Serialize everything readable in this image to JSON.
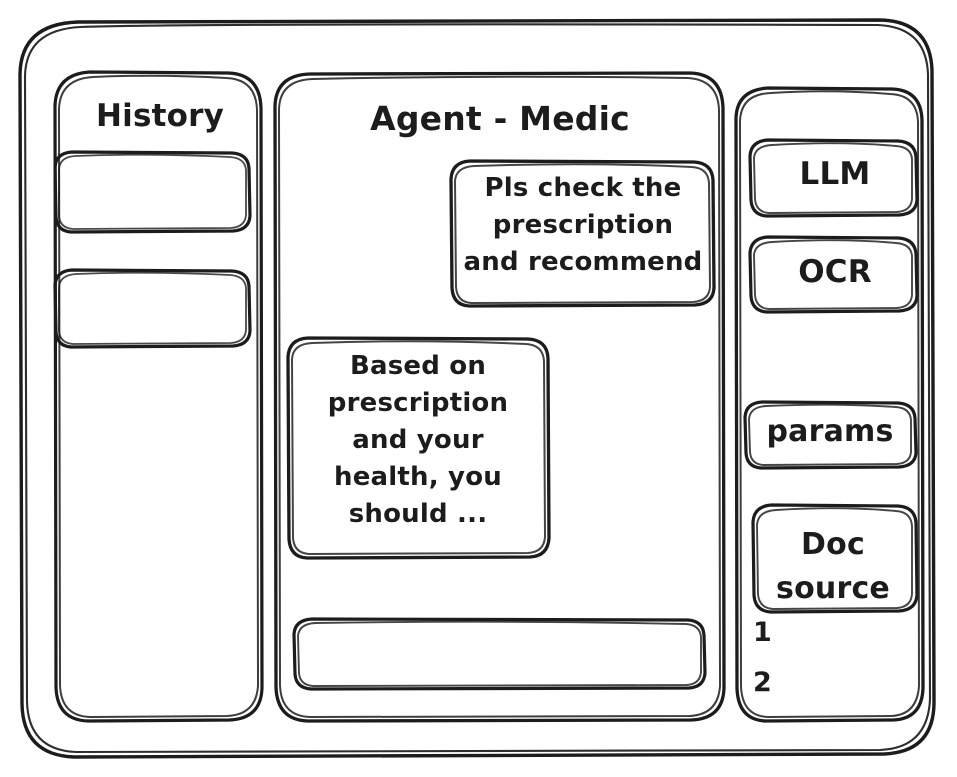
{
  "style": {
    "stroke_color": "#1c1c1c",
    "background": "#ffffff",
    "look": "hand-drawn-wireframe"
  },
  "window": {
    "name": "app-window-frame"
  },
  "history_panel": {
    "title": "History",
    "items": [
      {
        "label": ""
      },
      {
        "label": ""
      }
    ]
  },
  "main_panel": {
    "title": "Agent - Medic",
    "messages": [
      {
        "role": "user",
        "text": "Pls check the\nprescription\nand recommend"
      },
      {
        "role": "agent",
        "text": "Based on\nprescription\nand your\nhealth, you\nshould ..."
      }
    ],
    "composer": {
      "value": "",
      "placeholder": ""
    }
  },
  "tools_panel": {
    "buttons": [
      {
        "label": "LLM"
      },
      {
        "label": "OCR"
      },
      {
        "label": "params"
      }
    ],
    "doc_source": {
      "label": "Doc\nsource",
      "items": [
        {
          "label": "1"
        },
        {
          "label": "2"
        }
      ]
    }
  }
}
